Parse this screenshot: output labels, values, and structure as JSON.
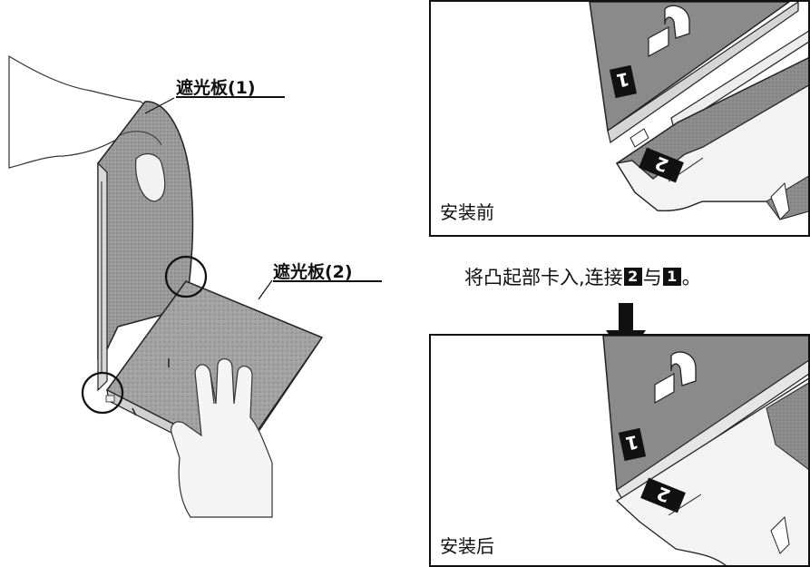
{
  "left_illustration": {
    "shade1_label": "遮光板(1)",
    "shade2_label": "遮光板(2)"
  },
  "panel_before": {
    "caption": "安装前",
    "tab_1": "1",
    "tab_2": "2"
  },
  "instruction": {
    "text_before": "将凸起部卡入,连接",
    "badge_a": "2",
    "text_middle": "与",
    "badge_b": "1",
    "text_after": "。"
  },
  "panel_after": {
    "caption": "安装后",
    "tab_1": "1",
    "tab_2": "2"
  }
}
